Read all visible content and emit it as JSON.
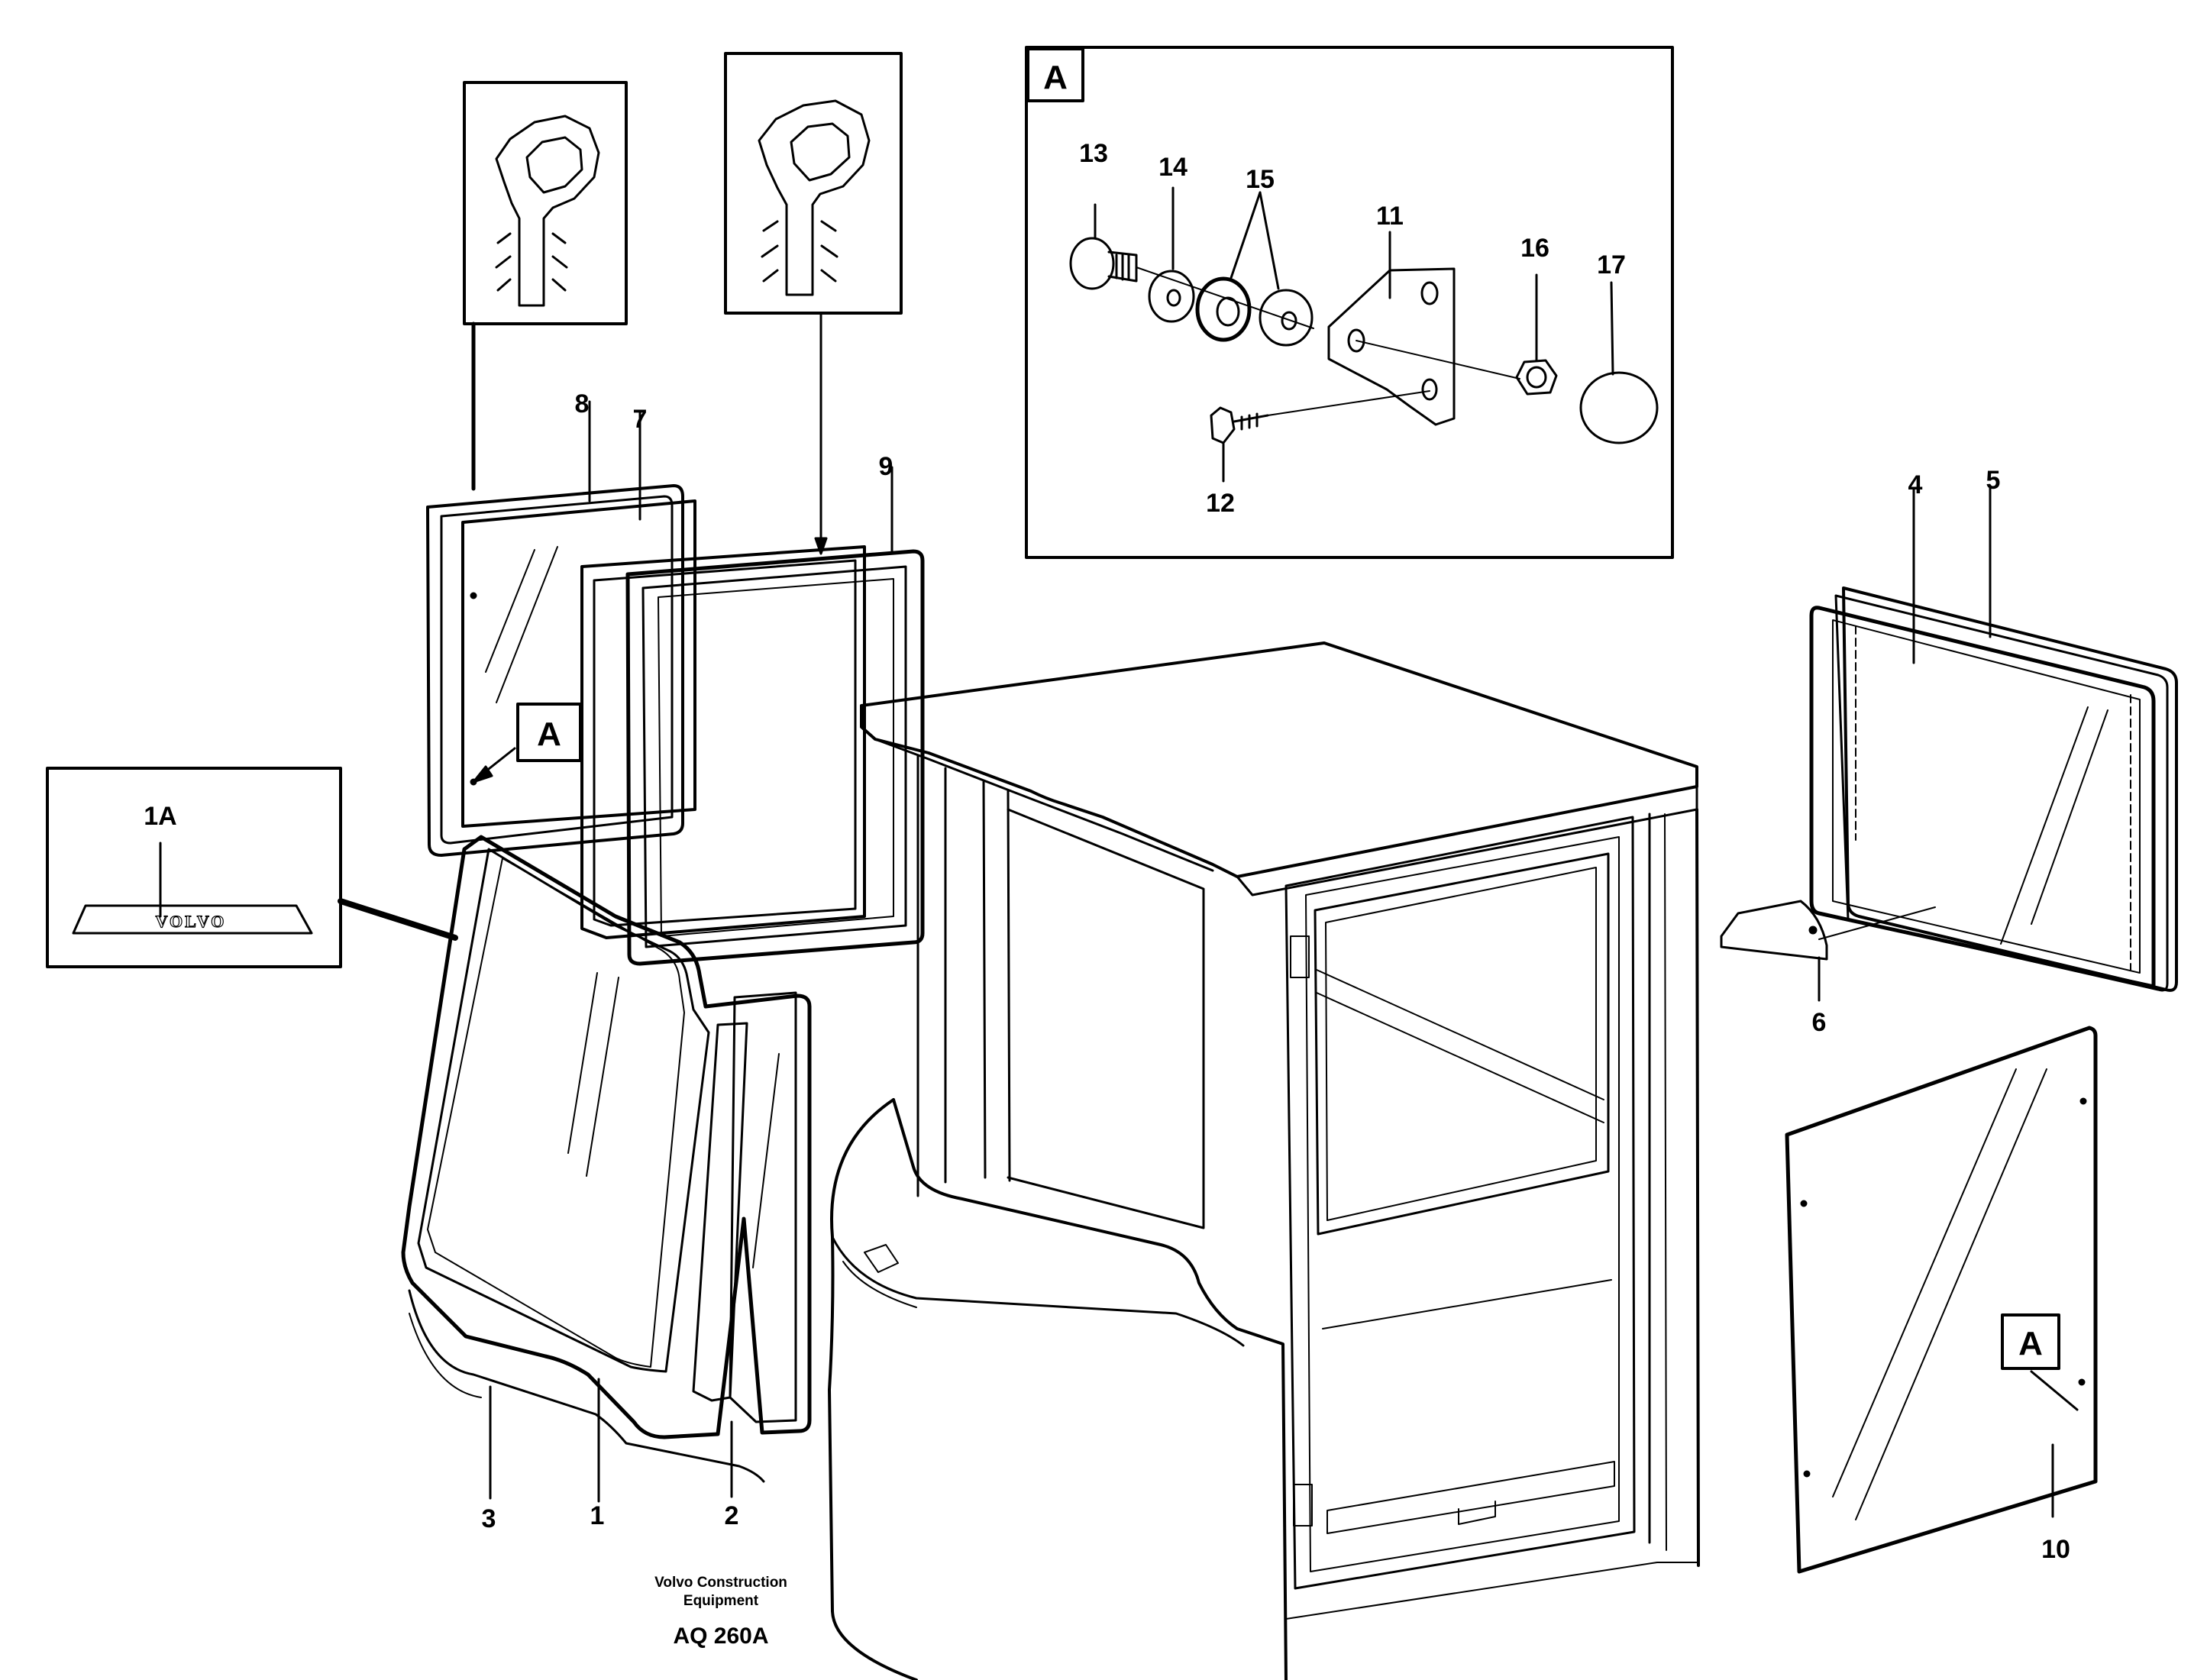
{
  "callouts": {
    "c1": "1",
    "c1a": "1A",
    "c2": "2",
    "c3": "3",
    "c4": "4",
    "c5": "5",
    "c6": "6",
    "c7": "7",
    "c8": "8",
    "c9": "9",
    "c10": "10",
    "c11": "11",
    "c12": "12",
    "c13": "13",
    "c14": "14",
    "c15": "15",
    "c16": "16",
    "c17": "17"
  },
  "detail_ref": "A",
  "logo_text": "VOLVO",
  "footer": {
    "line1": "Volvo Construction",
    "line2": "Equipment",
    "code": "AQ 260A"
  }
}
